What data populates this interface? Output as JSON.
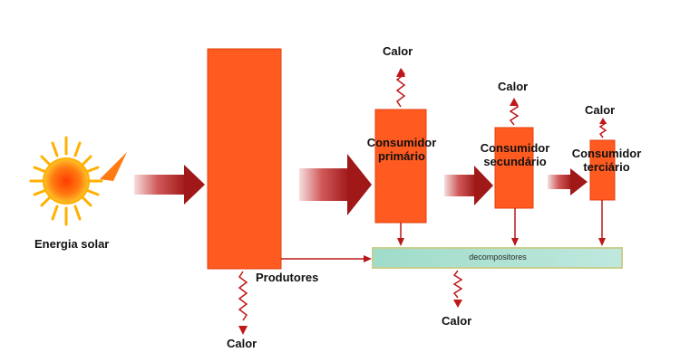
{
  "colors": {
    "block": "#ff5a1f",
    "block_edge": "#e04010",
    "arrow_start": "#f4d6d6",
    "arrow_end": "#a01818",
    "decomposers_fill": "#a8e0d4",
    "decomposers_edge": "#b8c58c",
    "heat_line": "#c01818",
    "sun_core": "#ff5a00",
    "sun_glow": "#ffd23a"
  },
  "labels": {
    "energia_solar": "Energia solar",
    "produtores": "Produtores",
    "consumidor_primario_line1": "Consumidor",
    "consumidor_primario_line2": "primário",
    "consumidor_secundario_line1": "Consumidor",
    "consumidor_secundario_line2": "secundário",
    "consumidor_terciario_line1": "Consumidor",
    "consumidor_terciario_line2": "terciário",
    "decompositores": "decompositores",
    "calor": "Calor"
  }
}
